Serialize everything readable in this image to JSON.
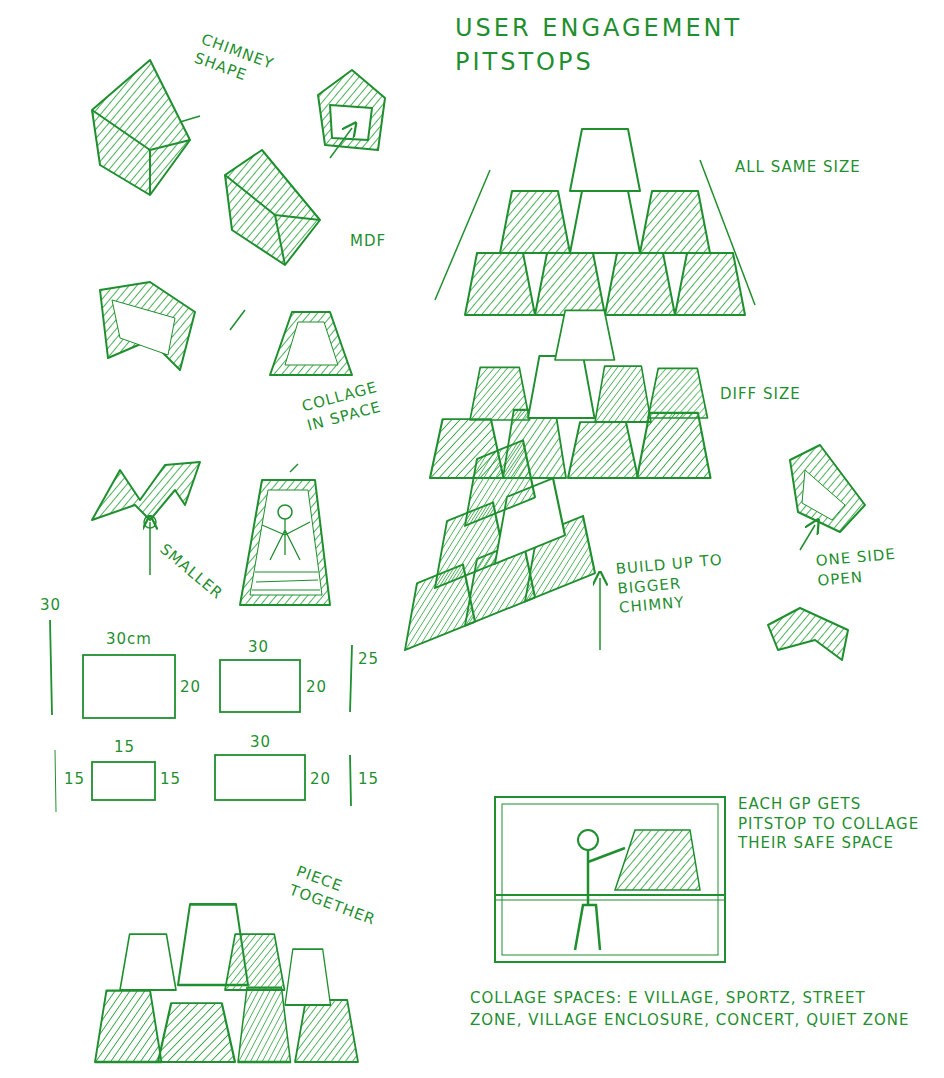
{
  "diagram": {
    "title": "USER ENGAGEMENT PITSTOPS",
    "caption": "COLLAGE SPACES: E VILLAGE, SPORTZ, STREET ZONE, VILLAGE ENCLOSURE, CONCERT, QUIET ZONE",
    "labels": [
      "CHIMNEY SHAPE",
      "MDF",
      "COLLAGE IN SPACE",
      "SMALLER",
      "ALL SAME SIZE",
      "DIFF SIZE",
      "BUILD UP TO BIGGER CHIMNY",
      "ONE SIDE OPEN",
      "30",
      "30cm",
      "20",
      "30",
      "20",
      "25",
      "15",
      "15",
      "15",
      "30",
      "20",
      "15",
      "PIECE TOGETHER",
      "EACH GP GETS PITSTOP TO COLLAGE THEIR SAFE SPACE"
    ]
  }
}
